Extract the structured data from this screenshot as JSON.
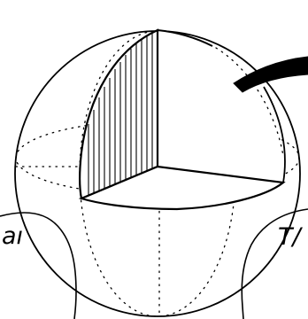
{
  "figure": {
    "subject": "sphere-octant-cutaway",
    "labels": {
      "left_fragment": "aı",
      "right_fragment": "T/"
    },
    "colors": {
      "ink": "#000000",
      "paper": "#ffffff"
    }
  }
}
